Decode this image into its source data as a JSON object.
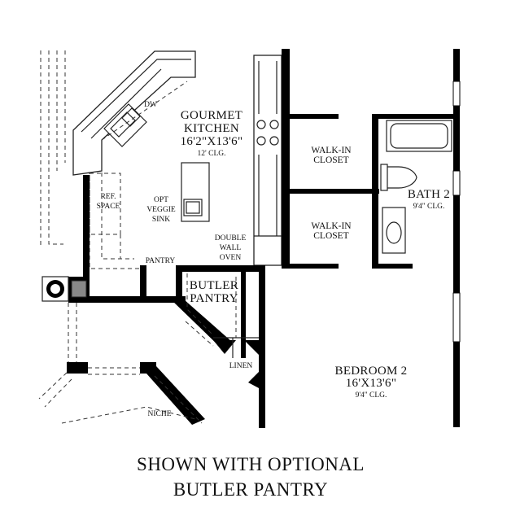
{
  "rooms": {
    "gourmet_kitchen": {
      "name_line1": "GOURMET",
      "name_line2": "KITCHEN",
      "size": "16'2\"X13'6\"",
      "ceiling": "12' CLG."
    },
    "walk_in_closet_1": {
      "line1": "WALK-IN",
      "line2": "CLOSET"
    },
    "walk_in_closet_2": {
      "line1": "WALK-IN",
      "line2": "CLOSET"
    },
    "bath_2": {
      "name": "BATH 2",
      "ceiling": "9'4\" CLG."
    },
    "ref_space": {
      "line1": "REF.",
      "line2": "SPACE"
    },
    "veggie_sink": {
      "line1": "OPT",
      "line2": "VEGGIE",
      "line3": "SINK"
    },
    "double_wall_oven": {
      "line1": "DOUBLE",
      "line2": "WALL",
      "line3": "OVEN"
    },
    "pantry": {
      "name": "PANTRY"
    },
    "butler_pantry": {
      "line1": "BUTLER",
      "line2": "PANTRY"
    },
    "linen": {
      "name": "LINEN"
    },
    "bedroom_2": {
      "name": "BEDROOM 2",
      "size": "16'X13'6\"",
      "ceiling": "9'4\" CLG."
    },
    "niche": {
      "name": "NICHE"
    },
    "dishwasher": {
      "label": "DW"
    }
  },
  "caption": {
    "line1": "SHOWN WITH OPTIONAL",
    "line2": "BUTLER PANTRY"
  }
}
